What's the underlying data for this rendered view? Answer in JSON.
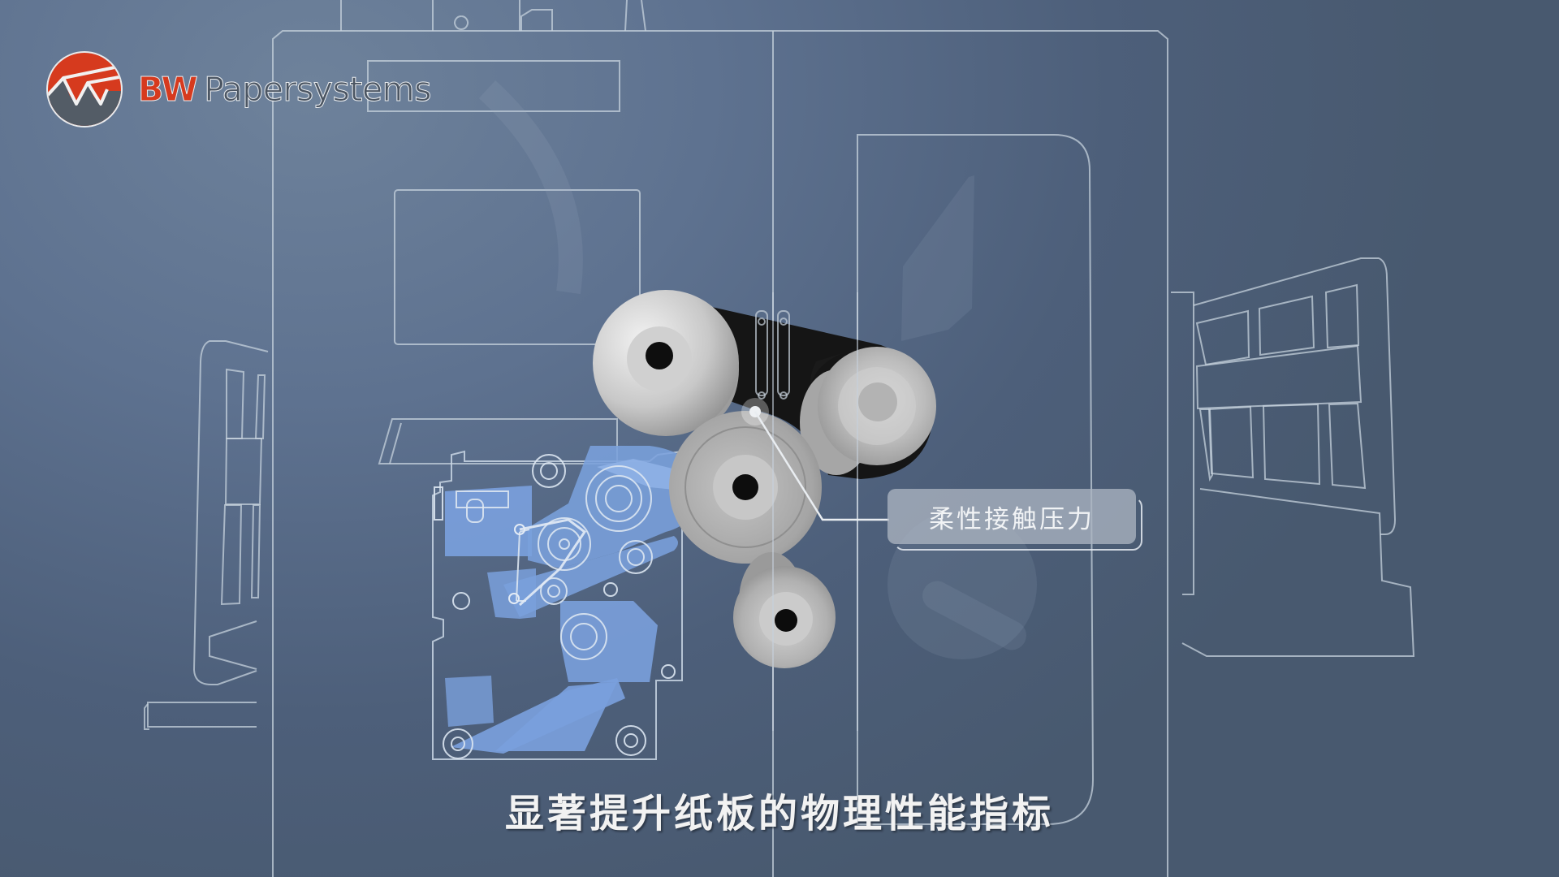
{
  "brand": {
    "logo_icon": "bw-papersystems-wave-logo-icon",
    "name_prefix": "BW",
    "name_suffix": "Papersystems",
    "colors": {
      "red": "#d63a1e",
      "gray": "#4b5562",
      "white": "#f2f2f2"
    }
  },
  "scene": {
    "description": "Cutaway illustration of corrugator single facer rollers with belt",
    "background_colors": {
      "light": "#6e829b",
      "dark": "#48596f"
    },
    "outline_color": "#c9d4df",
    "mechanism_color": "#7aa0dc",
    "rollers": [
      {
        "name": "upper-left-roller"
      },
      {
        "name": "right-belt-roller"
      },
      {
        "name": "center-corrugating-roller"
      },
      {
        "name": "lower-pressure-roller"
      }
    ]
  },
  "callout": {
    "label": "柔性接触压力",
    "marker_icon": "callout-dot-icon"
  },
  "subtitle": {
    "text": "显著提升纸板的物理性能指标"
  }
}
